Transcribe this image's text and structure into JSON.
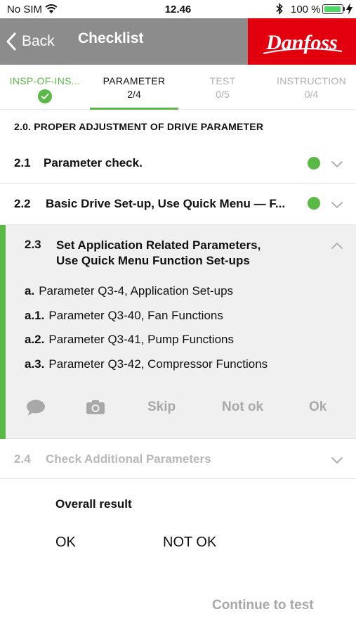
{
  "status_bar": {
    "carrier": "No SIM",
    "time": "12.46",
    "battery_text": "100 %",
    "battery_level": 1.0
  },
  "navbar": {
    "back_label": "Back",
    "title": "Checklist",
    "brand": "Danfoss",
    "brand_color": "#e2000f",
    "bar_color": "#8c8c8c"
  },
  "tabs": [
    {
      "label": "INSP-OF-INS...",
      "state": "done"
    },
    {
      "label": "PARAMETER",
      "count": "2/4",
      "state": "active"
    },
    {
      "label": "TEST",
      "count": "0/5",
      "state": "inactive"
    },
    {
      "label": "INSTRUCTION",
      "count": "0/4",
      "state": "inactive"
    }
  ],
  "section": {
    "title": "2.0.  PROPER ADJUSTMENT OF DRIVE PARAMETER"
  },
  "items": [
    {
      "num": "2.1",
      "label": "Parameter check.",
      "status": "ok"
    },
    {
      "num": "2.2",
      "label": "Basic Drive Set-up, Use Quick Menu — F...",
      "status": "ok"
    },
    {
      "num": "2.3",
      "label_line1": "Set Application Related Parameters,",
      "label_line2": "Use Quick Menu Function Set-ups",
      "subitems": [
        {
          "label": "a.",
          "text": "Parameter Q3-4, Application Set-ups"
        },
        {
          "label": "a.1.",
          "text": "Parameter Q3-40, Fan Functions"
        },
        {
          "label": "a.2.",
          "text": "Parameter Q3-41, Pump Functions"
        },
        {
          "label": "a.3.",
          "text": "Parameter Q3-42, Compressor Functions"
        }
      ],
      "actions": {
        "skip": "Skip",
        "not_ok": "Not ok",
        "ok": "Ok"
      }
    },
    {
      "num": "2.4",
      "label": "Check Additional Parameters"
    }
  ],
  "overall": {
    "title": "Overall result",
    "ok": "OK",
    "not_ok": "NOT OK"
  },
  "footer": {
    "continue": "Continue to test"
  },
  "colors": {
    "accent_green": "#5ab946",
    "muted_text": "#a8a8a8"
  },
  "icons": [
    "wifi-icon",
    "bluetooth-icon",
    "battery-icon",
    "charging-icon",
    "back-chevron-icon",
    "check-circle-icon",
    "chevron-down-icon",
    "chevron-up-icon",
    "comment-icon",
    "camera-icon"
  ]
}
